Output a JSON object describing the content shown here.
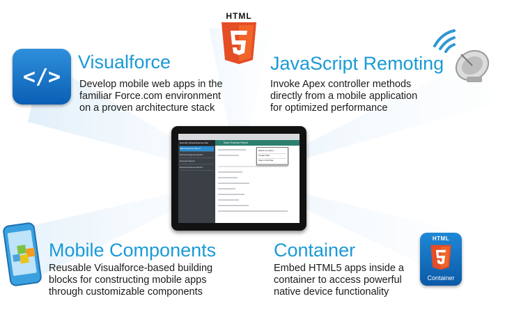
{
  "header": {
    "logo_text": "HTML"
  },
  "features": {
    "visualforce": {
      "icon_text": "</>",
      "title": "Visualforce",
      "desc": [
        "Develop mobile web apps in the",
        "familiar Force.com environment",
        "on a proven architecture stack"
      ]
    },
    "remoting": {
      "title": "JavaScript Remoting",
      "desc": [
        "Invoke Apex controller methods",
        "directly from a mobile application",
        "for optimized performance"
      ]
    },
    "components": {
      "title": "Mobile Components",
      "desc": [
        "Reusable Visualforce-based building",
        "blocks for constructing mobile apps",
        "through customizable components"
      ]
    },
    "container": {
      "title": "Container",
      "desc": [
        "Embed HTML5 apps inside a",
        "container to access powerful",
        "native device functionality"
      ],
      "icon_html": "HTML",
      "icon_label": "Container"
    }
  },
  "tablet": {
    "header_title": "Sales Expense Report",
    "sidebar_title": "Recently Viewed Expense Rep",
    "sidebar_items": [
      "Sales Expense Report",
      "Devices Expense Report",
      "Expense Report",
      "Devices Expense Report"
    ],
    "menu_items": [
      "Select an option...",
      "Create Task",
      "View in Full Site"
    ]
  },
  "colors": {
    "accent": "#1a9ad6",
    "html5_orange": "#e44d26",
    "icon_blue": "#0a5fb4"
  }
}
